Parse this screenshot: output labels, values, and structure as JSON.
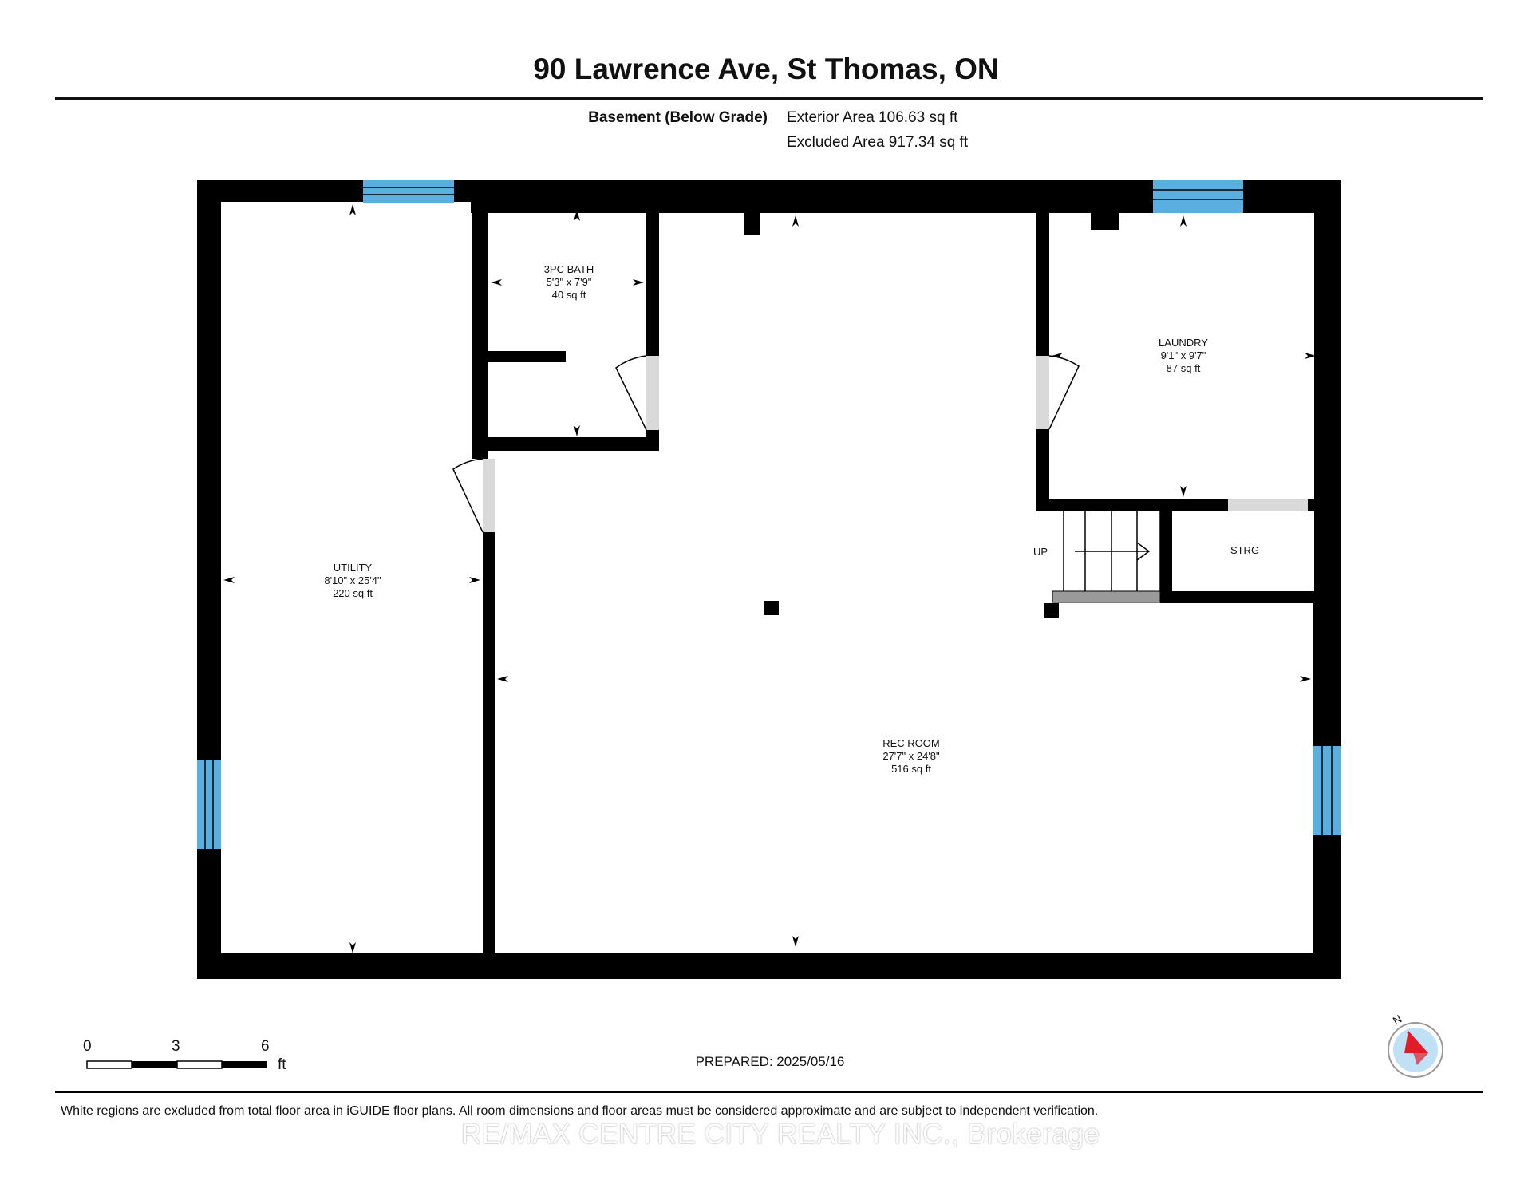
{
  "title": "90 Lawrence Ave, St Thomas, ON",
  "level": {
    "name": "Basement (Below Grade)",
    "exterior_area": "Exterior Area 106.63 sq ft",
    "excluded_area": "Excluded Area 917.34 sq ft"
  },
  "rooms": {
    "bath": {
      "name": "3PC BATH",
      "dims": "5'3\" x 7'9\"",
      "area": "40 sq ft"
    },
    "laundry": {
      "name": "LAUNDRY",
      "dims": "9'1\" x 9'7\"",
      "area": "87 sq ft"
    },
    "utility": {
      "name": "UTILITY",
      "dims": "8'10\" x 25'4\"",
      "area": "220 sq ft"
    },
    "rec": {
      "name": "REC ROOM",
      "dims": "27'7\" x 24'8\"",
      "area": "516 sq ft"
    },
    "storage": {
      "name": "STRG"
    },
    "stairs": {
      "label": "UP"
    }
  },
  "scale": {
    "ticks": [
      "0",
      "3",
      "6"
    ],
    "unit": "ft"
  },
  "compass": {
    "label": "N"
  },
  "prepared": "PREPARED: 2025/05/16",
  "disclaimer": "White regions are excluded from total floor area in iGUIDE floor plans. All room dimensions and floor areas must be considered approximate and are subject to independent verification.",
  "watermark": "RE/MAX CENTRE CITY REALTY INC., Brokerage",
  "colors": {
    "wall": "#000000",
    "window": "#5aafe0",
    "door": "#d9d9d9",
    "compass_arrow": "#e11d2a",
    "compass_disc": "#bfe0f5"
  }
}
